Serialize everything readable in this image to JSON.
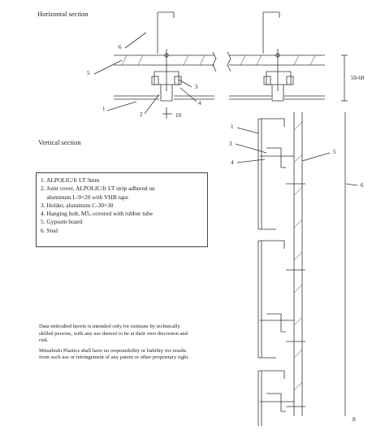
{
  "sections": {
    "horizontal": "Horizontal section",
    "vertical": "Vertical section"
  },
  "dimensions": {
    "panel_gap": "50-60",
    "joint_width": "10"
  },
  "callouts": {
    "horizontal": [
      "6",
      "5",
      "1",
      "2",
      "3",
      "4"
    ],
    "vertical": [
      "1",
      "3",
      "4",
      "5",
      "6"
    ]
  },
  "legend": [
    "1. ALPOLIC/fr LT 3mm",
    "2. Joint cover, ALPOLIC/fr LT strip adhered on",
    "    aluminum L-9×20 with VHB tape",
    "3. Holder, aluminum C-30×30",
    "4. Hanging bolt, M5, covered with rubber tube",
    "5. Gypsum board",
    "6. Stud"
  ],
  "disclaimer": [
    "Data embodied herein is intended only for estimate by technically skilled persons, with any use thereof to be at their own discretion and risk.",
    "Mitsubishi Plastics shall have no responsibility or liability for results from such use or infringement of any patent or other proprietary right."
  ],
  "page_number": "8"
}
